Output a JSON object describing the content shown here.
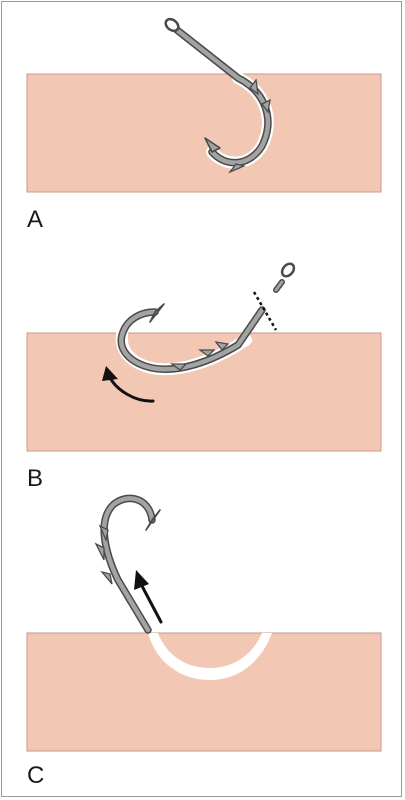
{
  "panels": [
    {
      "label": "A"
    },
    {
      "label": "B"
    },
    {
      "label": "C"
    }
  ],
  "colors": {
    "tissue": "#f2c8b4",
    "tissue_edge": "#c89a88",
    "hook_fill": "#a3a3a3",
    "hook_edge": "#4a4a4a",
    "wound": "#ffffff",
    "arrow": "#111111"
  },
  "icons": [
    "fish-hook-icon",
    "skin-tissue",
    "rotation-arrow-icon",
    "pull-arrow-icon",
    "cut-line"
  ]
}
